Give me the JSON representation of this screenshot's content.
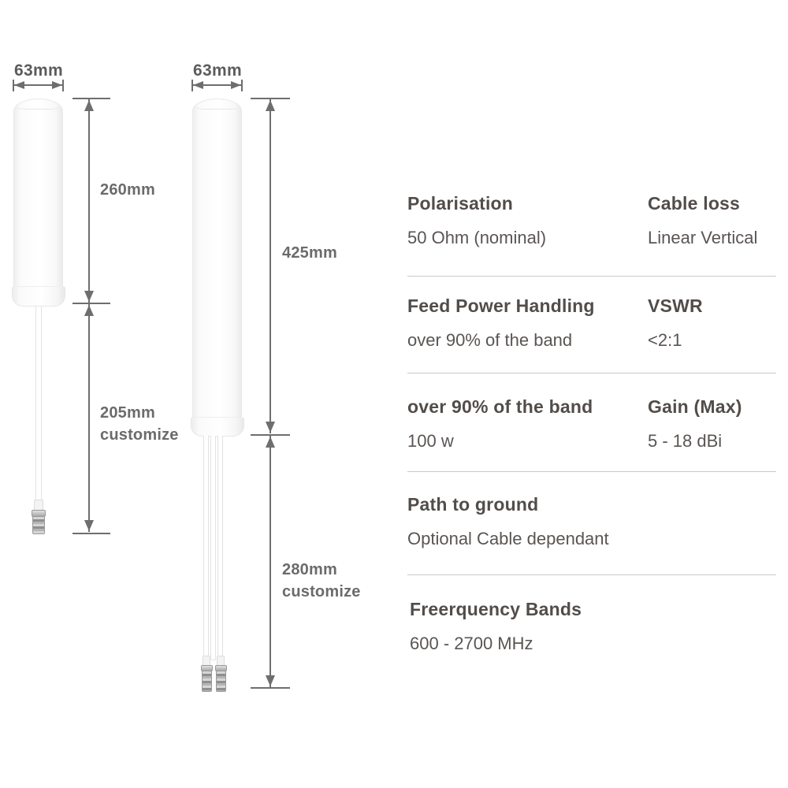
{
  "antennas": [
    {
      "name": "small-antenna",
      "width_label": "63mm",
      "body_height_label": "260mm",
      "cable_label_line1": "205mm",
      "cable_label_line2": "customize"
    },
    {
      "name": "large-antenna",
      "width_label": "63mm",
      "body_height_label": "425mm",
      "cable_label_line1": "280mm",
      "cable_label_line2": "customize"
    }
  ],
  "specs": {
    "rows": [
      {
        "left": {
          "label": "Polarisation",
          "value": "50 Ohm (nominal)"
        },
        "right": {
          "label": "Cable loss",
          "value": "Linear Vertical"
        }
      },
      {
        "left": {
          "label": "Feed Power Handling",
          "value": "over 90% of the band"
        },
        "right": {
          "label": "VSWR",
          "value": "<2:1"
        }
      },
      {
        "left": {
          "label": "over 90% of the band",
          "value": "100 w"
        },
        "right": {
          "label": "Gain (Max)",
          "value": "5 - 18 dBi"
        }
      },
      {
        "left": {
          "label": "Path to ground",
          "value": "Optional Cable dependant"
        }
      },
      {
        "left": {
          "label": "Freerquency Bands",
          "value": "600 - 2700 MHz"
        }
      }
    ]
  },
  "colors": {
    "background": "#ffffff",
    "spec_label_text": "#524d4a",
    "spec_value_text": "#5a5553",
    "dimension_lines": "#6e6e6e",
    "dimension_text": "#6b6b6b",
    "divider": "#c9c9c9",
    "antenna_outline": "#e9e9e9"
  }
}
